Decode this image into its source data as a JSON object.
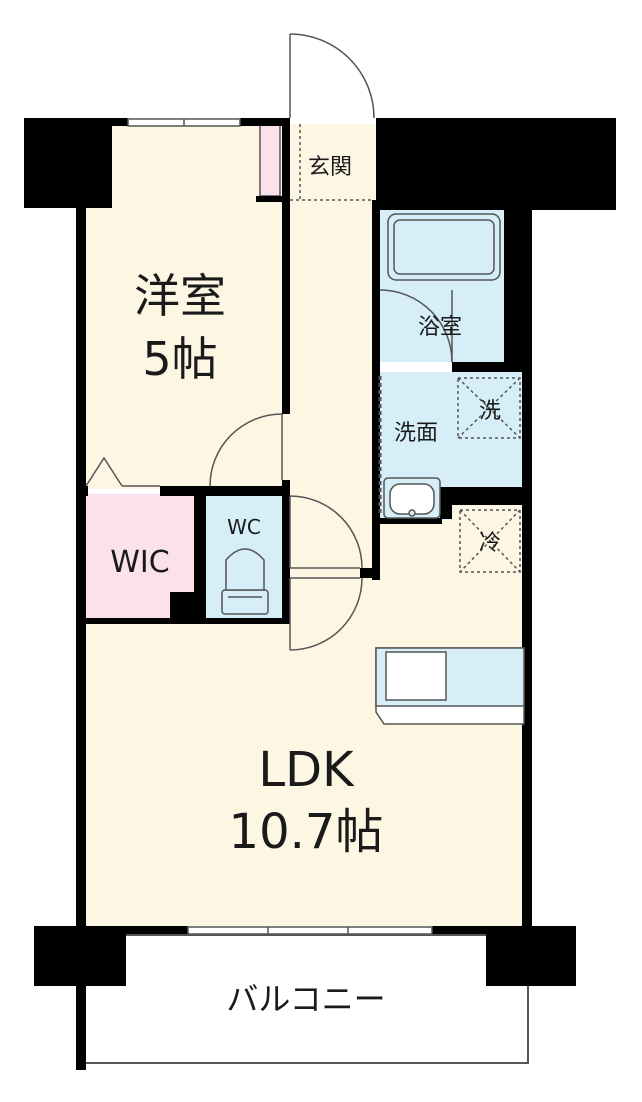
{
  "rooms": {
    "western_room": {
      "name": "洋室",
      "size": "5帖"
    },
    "entrance": {
      "name": "玄関"
    },
    "bathroom": {
      "name": "浴室"
    },
    "washroom": {
      "name": "洗面"
    },
    "washer": {
      "name": "洗"
    },
    "fridge": {
      "name": "冷"
    },
    "wic": {
      "name": "WIC"
    },
    "wc": {
      "name": "WC"
    },
    "ldk": {
      "name": "LDK",
      "size": "10.7帖"
    },
    "balcony": {
      "name": "バルコニー"
    }
  },
  "colors": {
    "wall": "#000000",
    "floor": "#fdf6e3",
    "wet_area": "#d6eef8",
    "closet": "#fbe1ec",
    "line": "#555555"
  }
}
